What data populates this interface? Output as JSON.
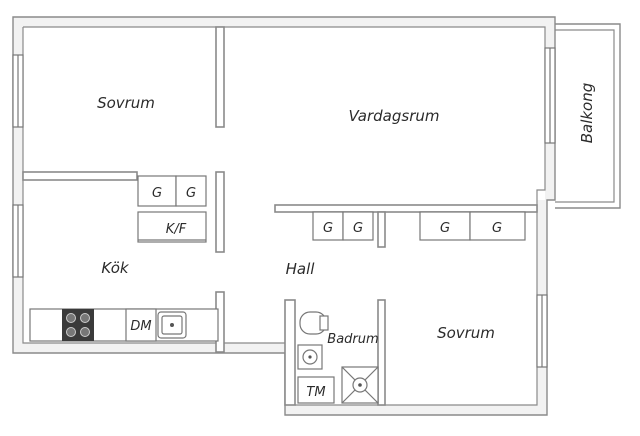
{
  "rooms": {
    "sovrum_1": "Sovrum",
    "vardagsrum": "Vardagsrum",
    "balkong": "Balkong",
    "kok": "Kök",
    "hall": "Hall",
    "badrum": "Badrum",
    "sovrum_2": "Sovrum"
  },
  "fixtures": {
    "garderob": "G",
    "kyl_frys": "K/F",
    "diskmaskin": "DM",
    "tvattmaskin": "TM"
  },
  "icons": {
    "stove": "stove-icon",
    "sink": "sink-icon",
    "toilet": "toilet-icon",
    "basin": "basin-icon",
    "shower": "shower-icon",
    "window": "window-icon"
  },
  "colors": {
    "wall": "#8a8a8a",
    "wall_fill": "#f2f2f2",
    "stove": "#3a3a3a",
    "text": "#2b2b2b"
  }
}
